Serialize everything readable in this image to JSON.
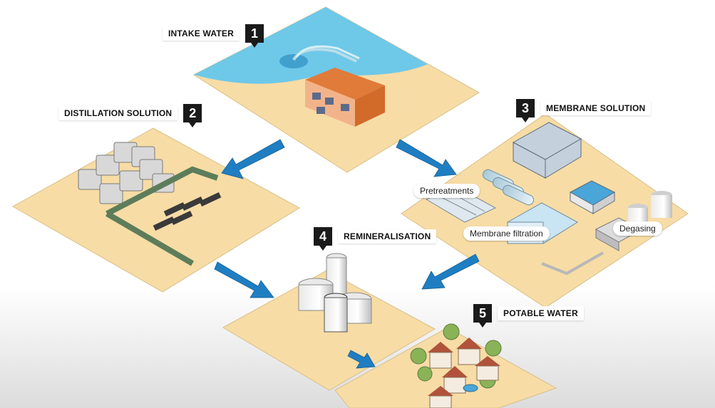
{
  "steps": [
    {
      "number": "1",
      "label": "INTAKE WATER"
    },
    {
      "number": "2",
      "label": "DISTILLATION SOLUTION"
    },
    {
      "number": "3",
      "label": "MEMBRANE SOLUTION"
    },
    {
      "number": "4",
      "label": "REMINERALISATION"
    },
    {
      "number": "5",
      "label": "POTABLE WATER"
    }
  ],
  "callouts": {
    "pretreatments": "Pretreatments",
    "membrane_filtration": "Membrane filtration",
    "degasing": "Degasing"
  },
  "colors": {
    "sand": "#f7dca5",
    "sea": "#6ec8e8",
    "arrow": "#1f7ec2",
    "label_box": "#1a1a1a"
  }
}
